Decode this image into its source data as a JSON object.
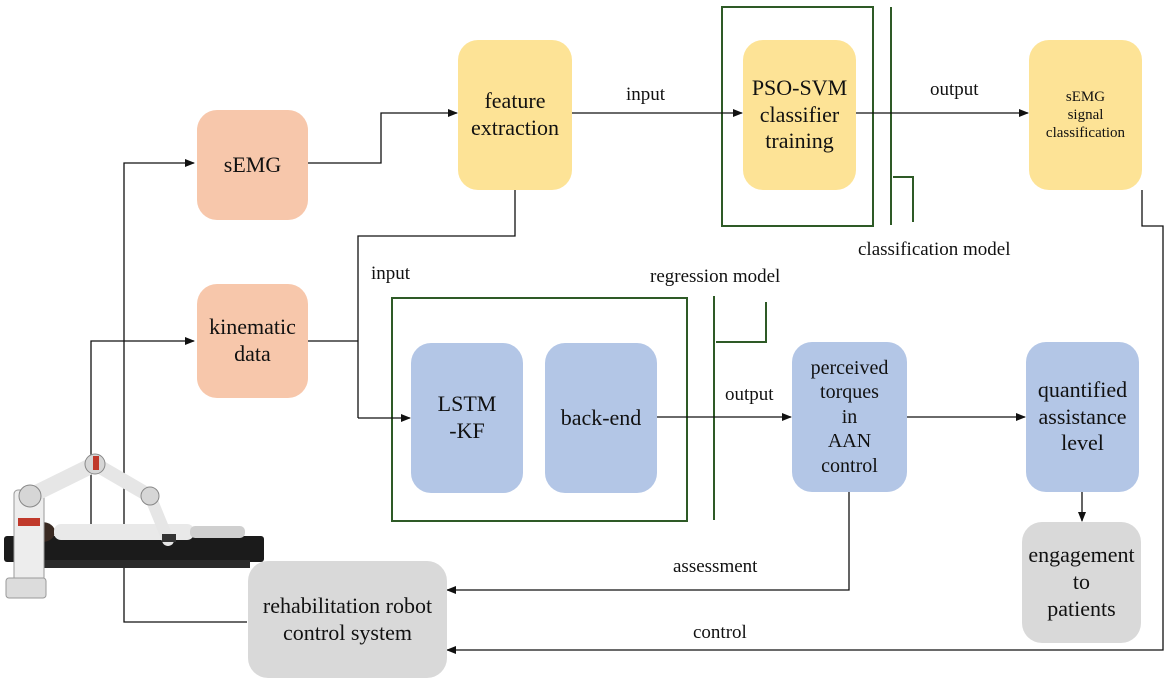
{
  "nodes": {
    "semg": "sEMG",
    "kinematic_data": "kinematic\ndata",
    "feature_extraction": "feature\nextraction",
    "pso_svm": "PSO-SVM\nclassifier\ntraining",
    "semg_classification": "sEMG\nsignal\nclassification",
    "lstm_kf": "LSTM\n-KF",
    "back_end": "back-end",
    "perceived_torques": "perceived\ntorques\nin\nAAN\ncontrol",
    "quantified_assistance": "quantified\nassistance\nlevel",
    "engagement": "engagement\nto\npatients",
    "rehab_control": "rehabilitation robot\ncontrol system"
  },
  "labels": {
    "input_top": "input",
    "output_top": "output",
    "classification_model": "classification model",
    "input_mid": "input",
    "regression_model": "regression model",
    "output_mid": "output",
    "assessment": "assessment",
    "control": "control"
  },
  "colors": {
    "orange": "#f7c7ab",
    "yellow": "#fde396",
    "blue": "#b3c6e6",
    "gray": "#d9d9d9",
    "frame_green": "#2e5a26",
    "arrow": "#111111"
  },
  "icons": {
    "robot_image": "robot-patient-photo-icon"
  }
}
